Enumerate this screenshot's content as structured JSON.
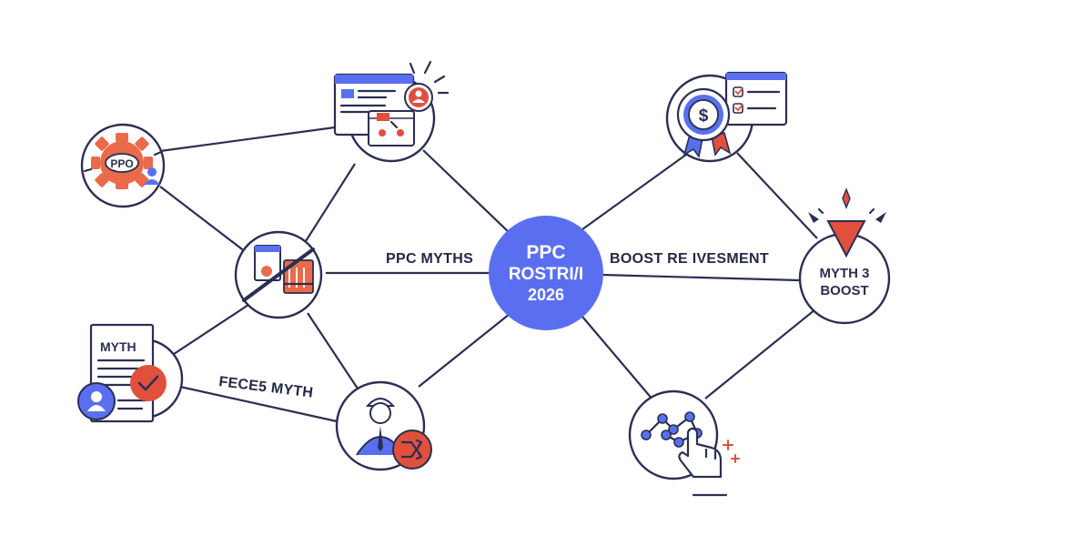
{
  "colors": {
    "ink": "#2a2f52",
    "hub": "#5a6ff0",
    "accent_red": "#e0503c",
    "accent_orange": "#ea6a4a",
    "accent_blue": "#5a6ff0",
    "paper": "#ffffff"
  },
  "hub": {
    "line1": "PPC",
    "line2": "ROSTRI/I",
    "line3": "2026"
  },
  "edge_labels": {
    "left": "PPC MYTHS",
    "right": "BOOST RE IVESMENT",
    "lower_left": "FECE5 MYTH"
  },
  "nodes": {
    "ppc_gear": {
      "text": "PPO",
      "icons": [
        "gear-icon",
        "person-icon"
      ]
    },
    "web_browser": {
      "icons": [
        "browser-window-icon",
        "person-badge-icon",
        "sparkle-icon"
      ]
    },
    "ban_store": {
      "icons": [
        "building-icon",
        "gear-icon",
        "slash-icon"
      ]
    },
    "myth_doc": {
      "text": "MYTH",
      "icons": [
        "document-icon",
        "check-icon",
        "user-icon"
      ]
    },
    "advisor": {
      "icons": [
        "person-icon",
        "shuffle-icon"
      ]
    },
    "money_badge": {
      "icons": [
        "dollar-badge-icon",
        "checklist-window-icon"
      ]
    },
    "myth_boost": {
      "text": "MYTH 3\nBOOST",
      "line1": "MYTH 3",
      "line2": "BOOST",
      "icons": [
        "warning-triangle-icon",
        "spark-icon"
      ]
    },
    "analytics": {
      "icons": [
        "line-graph-icon",
        "pointer-hand-icon",
        "sparkle-icon"
      ]
    }
  }
}
